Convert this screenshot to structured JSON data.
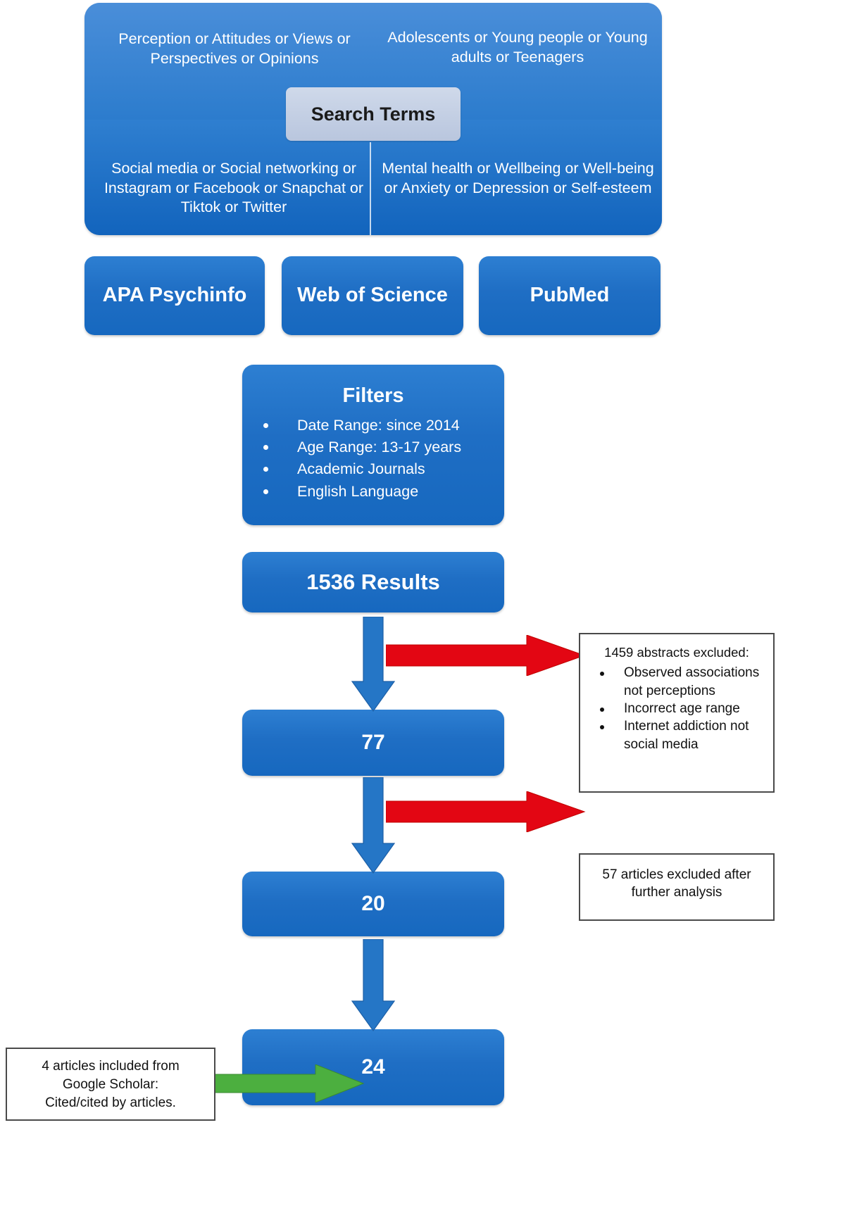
{
  "diagram": {
    "title": "PRISMA-style literature search flow diagram",
    "colors": {
      "box_blue": "#1f6ec4",
      "chip_grey": "#c3cfe3",
      "exclusion_red": "#e30613",
      "inclusion_green": "#4caf3f",
      "callout_border": "#4a4a4a",
      "text_white": "#ffffff",
      "text_dark": "#111111"
    },
    "search_terms": {
      "chip_label": "Search Terms",
      "quadrants": [
        "Perception or Attitudes or Views or Perspectives or Opinions",
        "Adolescents or Young people or Young adults or Teenagers",
        "Social media or Social networking or Instagram or Facebook or Snapchat or Tiktok or Twitter",
        "Mental health or Wellbeing or Well-being or Anxiety or Depression or Self-esteem"
      ]
    },
    "databases": [
      {
        "name": "APA Psychinfo"
      },
      {
        "name": "Web of Science"
      },
      {
        "name": "PubMed"
      }
    ],
    "filters": {
      "title": "Filters",
      "items": [
        "Date Range: since 2014",
        "Age Range: 13-17 years",
        "Academic Journals",
        "English Language"
      ]
    },
    "stages": {
      "results": "1536 Results",
      "after_abstract_screening": "77",
      "after_full_analysis": "20",
      "final_included": "24"
    },
    "exclusions": [
      {
        "lead": "1459 abstracts excluded:",
        "reasons": [
          "Observed associations not perceptions",
          "Incorrect age range",
          "Internet addiction not social media"
        ]
      },
      {
        "lead": "57 articles excluded after further analysis",
        "reasons": []
      }
    ],
    "additions": {
      "line1": "4 articles included from",
      "line2": "Google Scholar:",
      "line3": "Cited/cited by articles."
    }
  }
}
